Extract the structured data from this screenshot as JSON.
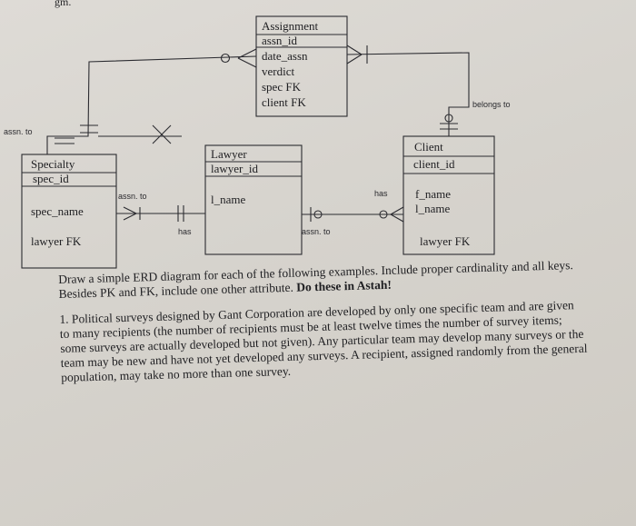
{
  "header_fragment": "gm.",
  "entities": {
    "assignment": {
      "title": "Assignment",
      "attrs": [
        "assn_id",
        "date_assn",
        "verdict",
        "spec FK",
        "client FK"
      ]
    },
    "specialty": {
      "title": "Specialty",
      "key": "spec_id",
      "attrs": [
        "spec_name",
        "lawyer FK"
      ]
    },
    "lawyer": {
      "title": "Lawyer",
      "key": "lawyer_id",
      "attrs": [
        "l_name"
      ]
    },
    "client": {
      "title": "Client",
      "key": "client_id",
      "attrs": [
        "f_name",
        "l_name",
        "lawyer FK"
      ]
    }
  },
  "relationships": {
    "assn_to_left": "assn. to",
    "assn_to_mid": "assn. to",
    "assn_to_lower": "assn. to",
    "belongs_to": "belongs to",
    "has_left": "has",
    "has_right": "has"
  },
  "instructions": {
    "intro_pre": "Draw a simple ERD diagram for each of the following examples. Include proper cardinality and all keys. Besides PK and FK, include one other attribute.",
    "intro_bold": "Do these in Astah!",
    "problem": "1. Political surveys designed by Gant Corporation are developed by only one specific team and are given to many recipients (the number of recipients must be at least twelve times the number of survey items; some surveys are actually developed but not given). Any particular team may develop many surveys or the team may be new and have not yet developed any surveys. A recipient, assigned randomly from the general population, may take no more than one survey."
  }
}
